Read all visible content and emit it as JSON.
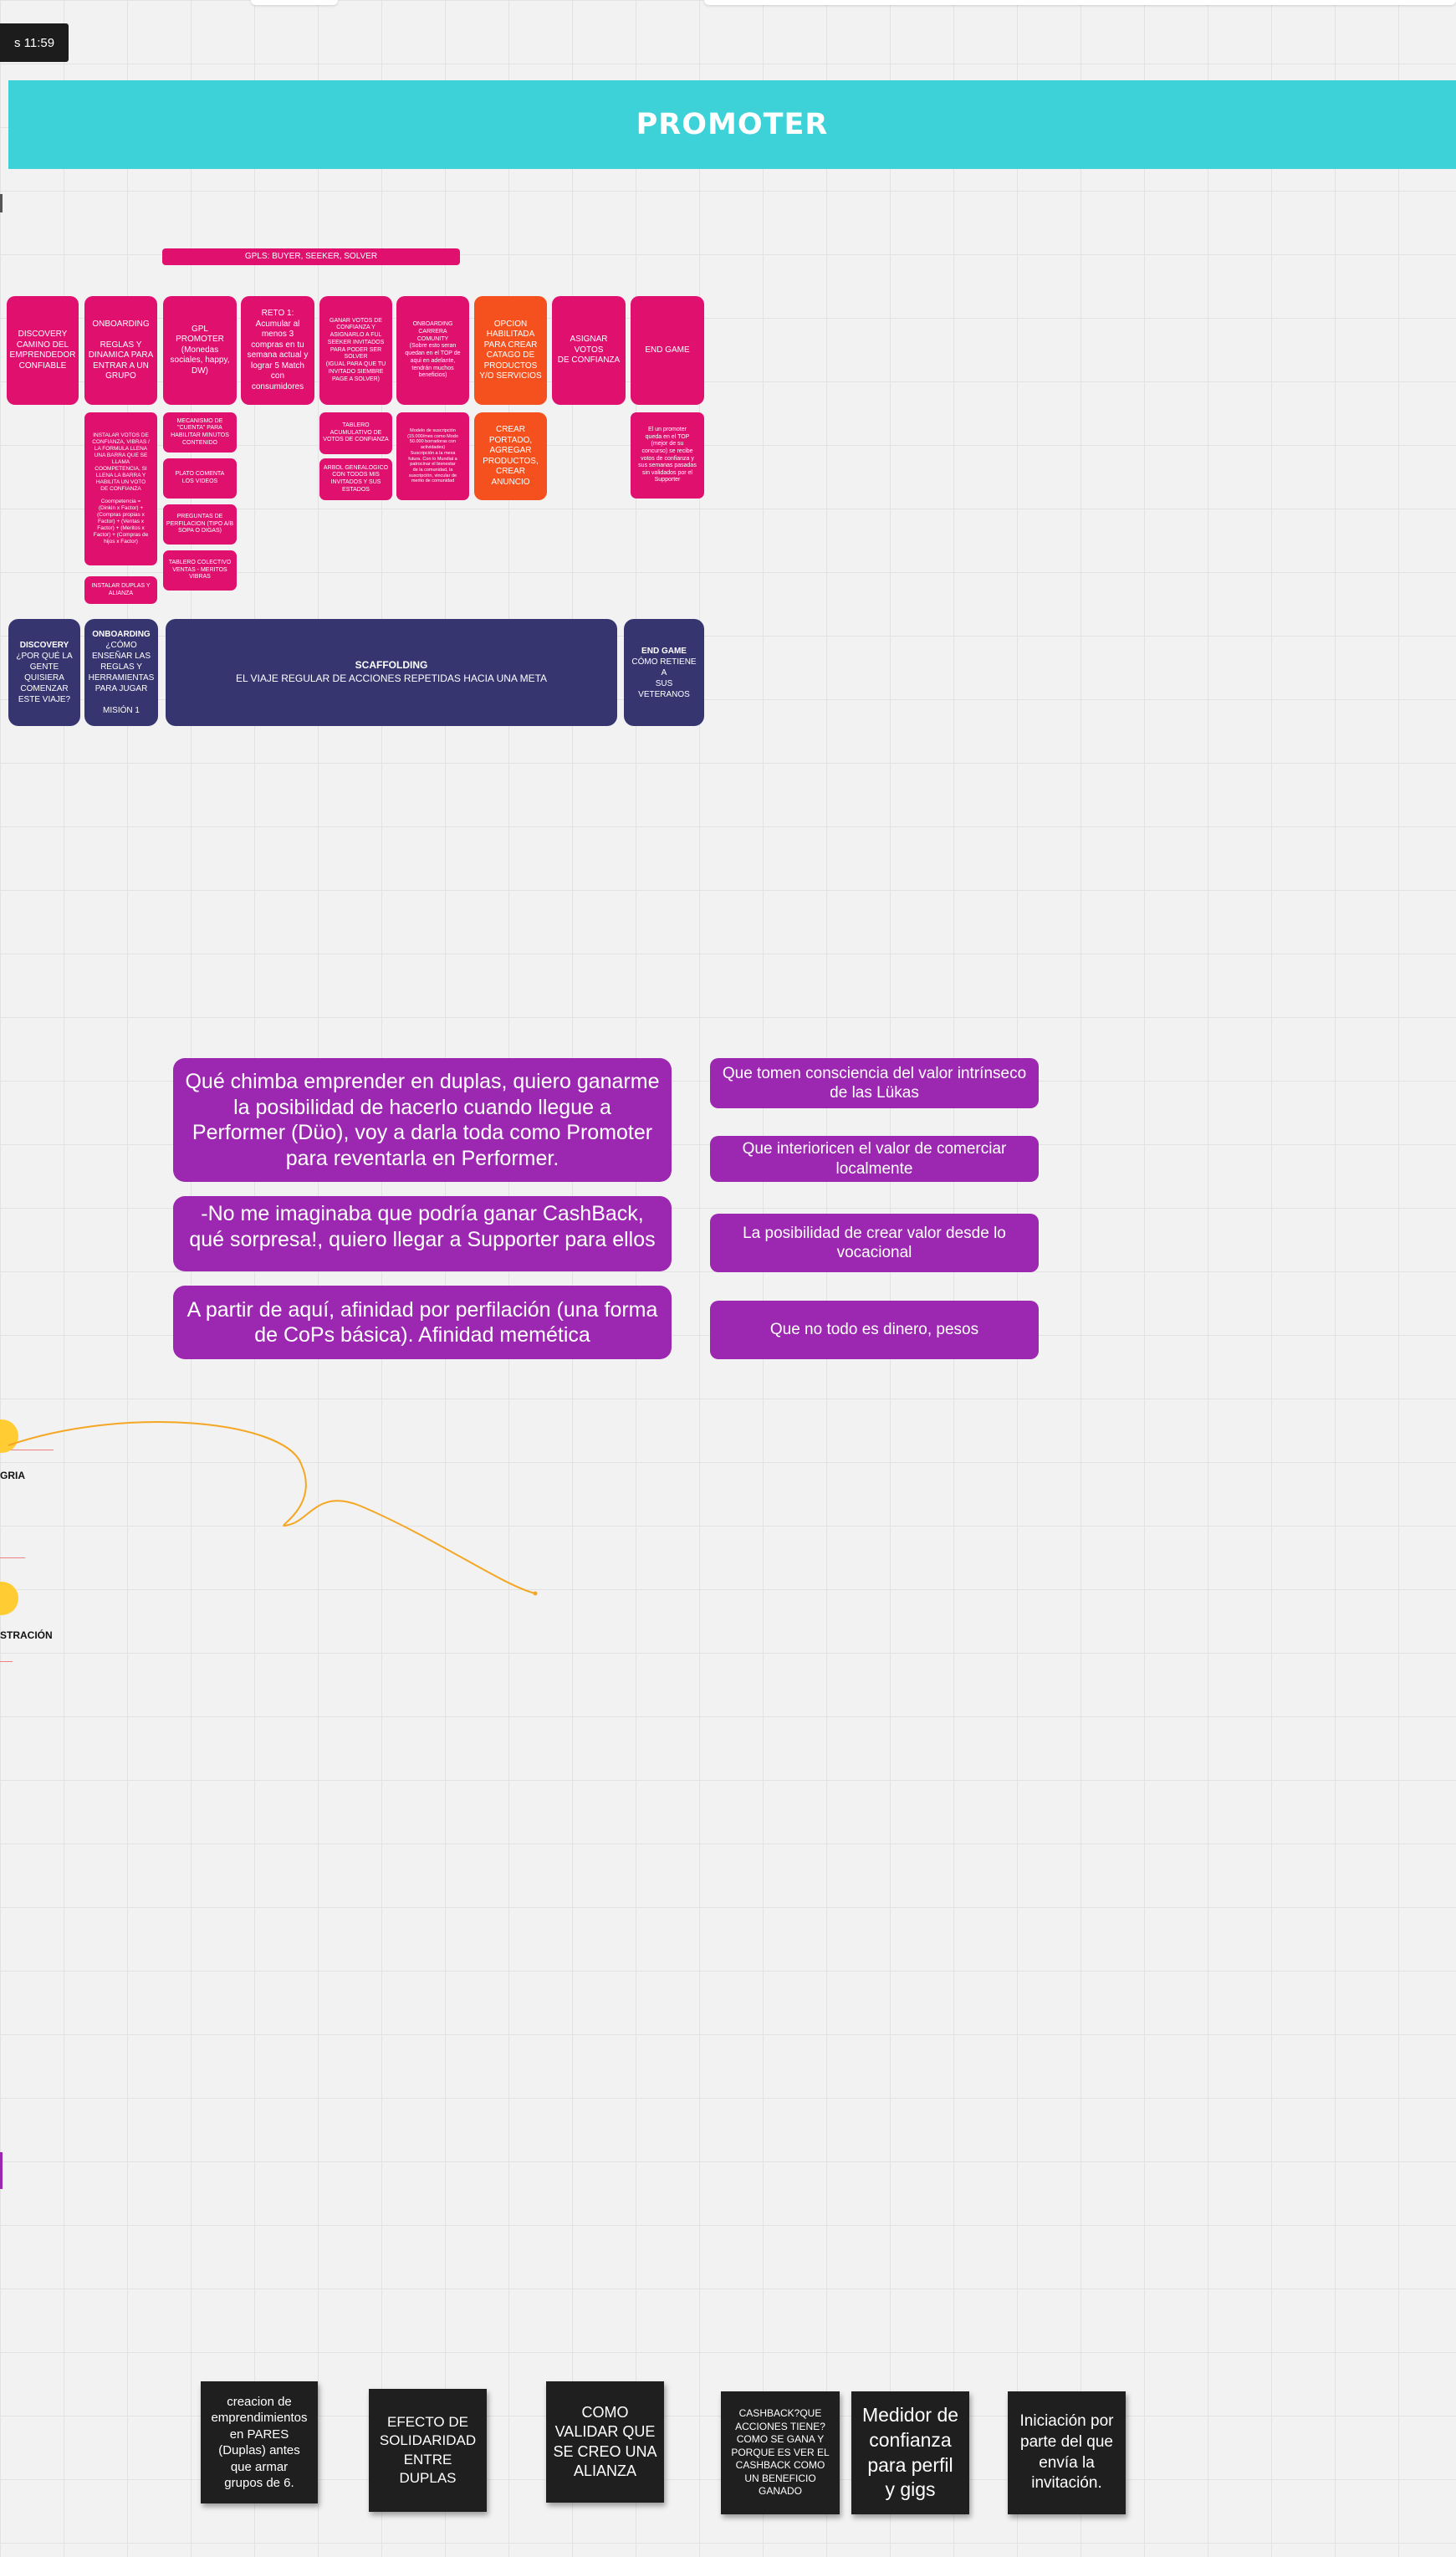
{
  "header": {
    "timestamp": "s 11:59",
    "banner_title": "PROMOTER"
  },
  "board": {
    "gpls_label": "GPLS: BUYER, SEEKER, SOLVER",
    "row1": [
      "DISCOVERY\nCAMINO DEL\nEMPRENDEDOR\nCONFIABLE",
      "ONBOARDING\n\nREGLAS Y\nDINAMICA PARA\nENTRAR A UN\nGRUPO",
      "GPL\nPROMOTER\n(Monedas\nsociales, happy,\nDW)",
      "RETO 1:\nAcumular al\nmenos 3\ncompras en tu\nsemana actual y\nlograr 5 Match\ncon\nconsumidores",
      "GANAR VOTOS DE\nCONFIANZA Y\nASIGNARLO A FUL\nSEEKER INVITADOS\nPARA PODER SER\nSOLVER\n(IGUAL PARA QUE TU\nINVITADO SIEMBRE\nPAGE A SOLVER)",
      "ONBOARDING\nCARRERA\nCOMUNITY\n(Sobre esto seran\nquedan en el TOP de\naqui en adelante,\ntendrán muchos\nbeneficios)",
      "OPCION\nHABILITADA\nPARA CREAR\nCATAGO DE\nPRODUCTOS\nY/O SERVICIOS",
      "ASIGNAR VOTOS\nDE CONFIANZA",
      "END GAME"
    ],
    "col_onboarding": [
      "INSTALAR VOTOS DE\nCONFIANZA, VIBRAS /\nLA FORMULA LLENA\nUNA BARRA QUE SE\nLLAMA\nCOOMPETENCIA, SI\nLLENA LA BARRA Y\nHABILITA UN VOTO\nDE CONFIANZA\n\nCoompetencia =\n(Dinkin x Factor) +\n(Compras propias x\nFactor) + (Ventas x\nFactor) + (Meritos x\nFactor) + (Compras de\nhijos x Factor)",
      "INSTALAR DUPLAS Y\nALIANZA"
    ],
    "col_gpl": [
      "MECANISMO DE\n\"CUENTA\" PARA\nHABILITAR MINUTOS\nCONTENIDO",
      "PLATO COMENTA\nLOS VIDEOS",
      "PREGUNTAS DE\nPERFILACION (TIPO A/B\nSOPA O DIGAS)",
      "TABLERO COLECTIVO\nVENTAS - MERITOS\nVIBRAS"
    ],
    "col_votos": [
      "TABLERO\nACUMULATIVO DE\nVOTOS DE CONFIANZA",
      "ARBOL GENEALOGICO\nCON TODOS MIS\nINVITADOS Y SUS\nESTADOS"
    ],
    "col_carrera": "Modelo de suscripción\n(15.000/mes como Modo\n50.000 borradoras con\nactividades)\nSuscripción a la mesa\nfutura. Con lo Mundial a\npatrocinar el bienestar\nde la comunidad, la\nsuscripción, vincular de\nmerito de comunidad",
    "col_catalogo": "CREAR\nPORTADO,\nAGREGAR\nPRODUCTOS,\nCREAR\nANUNCIO",
    "col_endgame": "El un promoter\nqueda en el TOP\n(mejor de su\nconcurso) se recibe\nvotos de confianza y\nsus semanas pasadas\nsin validados por el\nSupporter",
    "navy_row": {
      "discovery": "DISCOVERY",
      "discovery_body": "¿POR QUÉ LA\nGENTE\nQUISIERA\nCOMENZAR\nESTE VIAJE?",
      "onboarding": "ONBOARDING",
      "onboarding_body": "¿CÓMO\nENSEÑAR LAS\nREGLAS Y\nHERRAMIENTAS\nPARA JUGAR\n\nMISIÓN 1",
      "scaffolding": "SCAFFOLDING",
      "scaffolding_body": "EL VIAJE REGULAR DE ACCIONES REPETIDAS HACIA UNA META",
      "endgame": "END GAME",
      "endgame_body": "CÓMO RETIENE A\nSUS VETERANOS"
    }
  },
  "quotes": [
    "Qué chimba emprender en duplas, quiero ganarme la posibilidad de hacerlo cuando llegue a Performer (Düo), voy a darla toda como Promoter para reventarla en Performer.",
    "-No me imaginaba que podría ganar CashBack, qué sorpresa!, quiero llegar a Supporter para ellos",
    "A partir de aquí, afinidad por perfilación (una forma de CoPs básica). Afinidad memética"
  ],
  "values": [
    "Que tomen consciencia del valor intrínseco de las Lükas",
    "Que interioricen el valor de comerciar localmente",
    "La posibilidad de crear valor desde lo vocacional",
    "Que no todo es dinero, pesos"
  ],
  "emotions": {
    "alegria": "GRIA",
    "frustracion": "STRACIÓN"
  },
  "notes": [
    "creacion de\nemprendimientos\nen PARES\n(Duplas) antes\nque armar\ngrupos de 6.",
    "EFECTO DE\nSOLIDARIDAD\nENTRE\nDUPLAS",
    "COMO\nVALIDAR QUE\nSE CREO UNA\nALIANZA",
    "CASHBACK?QUE\nACCIONES TIENE?\nCOMO SE GANA Y\nPORQUE ES VER EL\nCASHBACK COMO\nUN BENEFICIO\nGANADO",
    "Medidor de\nconfianza\npara perfil\ny gigs",
    "Iniciación por\nparte del que\nenvía la\ninvitación."
  ],
  "colors": {
    "banner": "#3dd1d8",
    "pink": "#e0106e",
    "orange": "#f4511e",
    "navy": "#363570",
    "purple": "#9c27b0",
    "note": "#1f1f1f",
    "connector": "#f5a623"
  }
}
